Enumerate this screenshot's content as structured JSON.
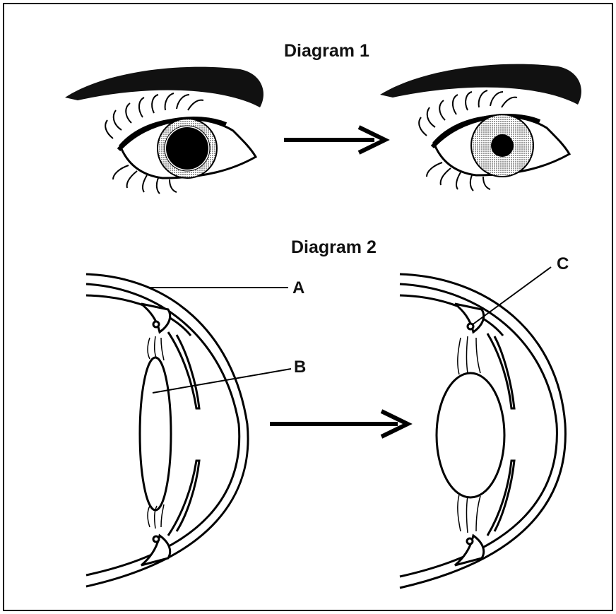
{
  "diagram": {
    "title_1": "Diagram 1",
    "title_2": "Diagram 2",
    "labels": {
      "a": "A",
      "b": "B",
      "c": "C"
    }
  }
}
